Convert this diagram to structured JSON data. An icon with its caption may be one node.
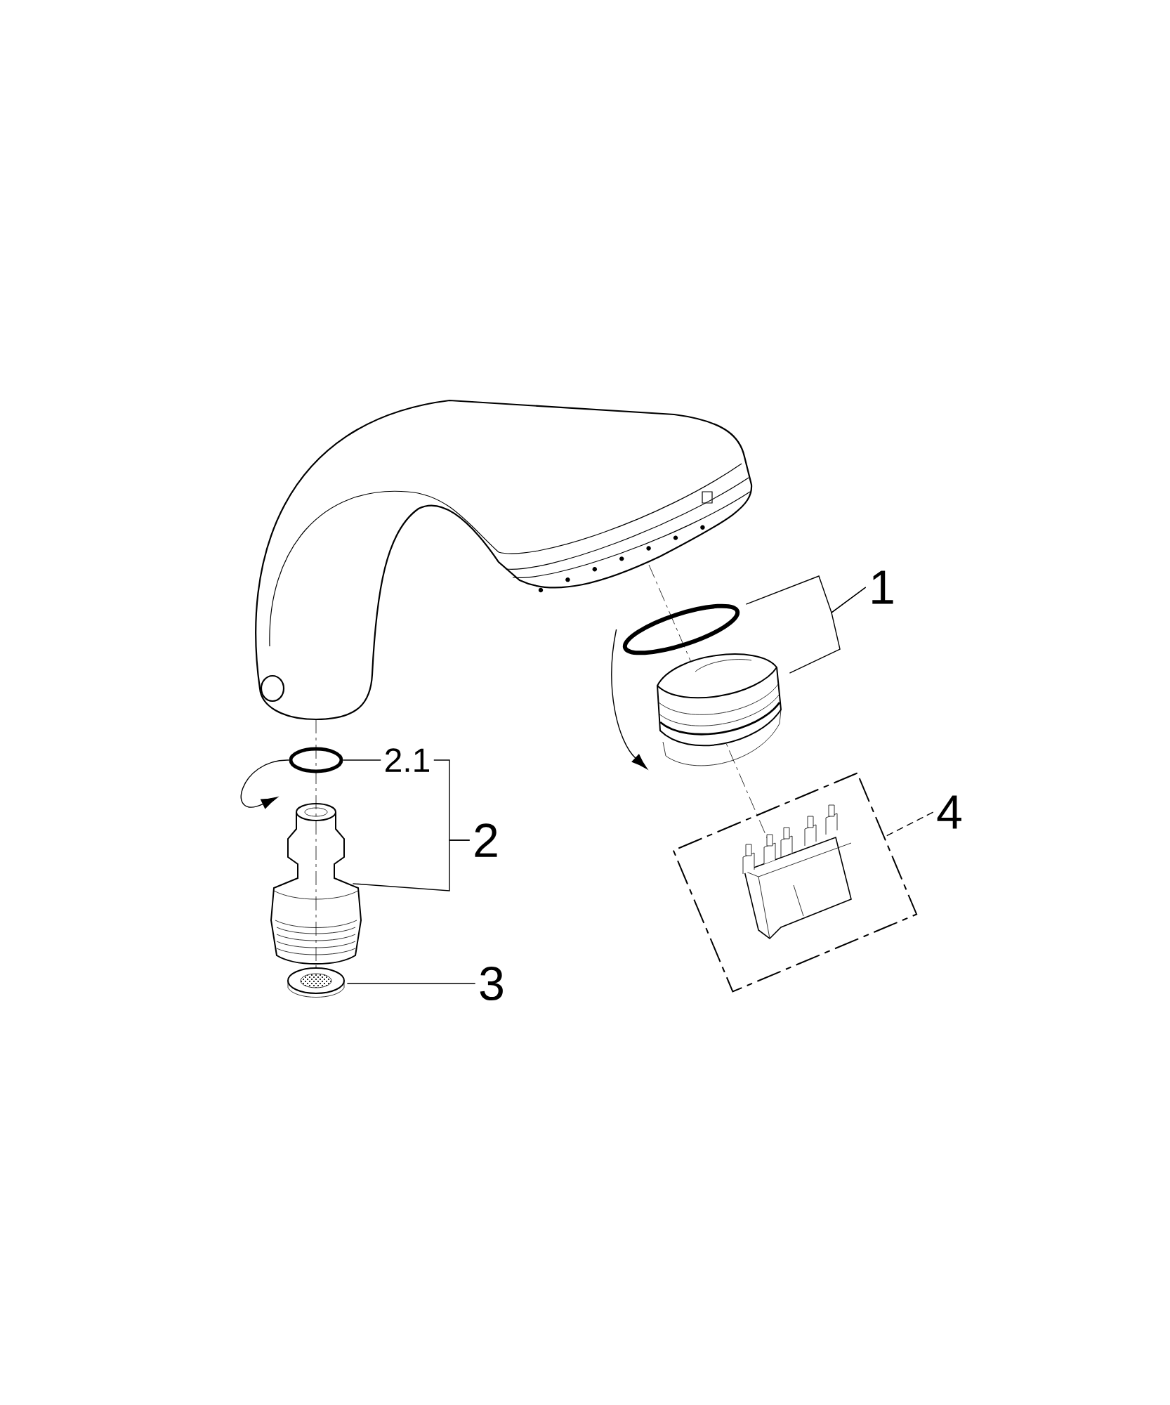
{
  "diagram": {
    "nodes": [
      {
        "text": [
          "1"
        ]
      },
      {
        "text": [],
        "shape": "picture"
      },
      {
        "text": [],
        "shape": "picture"
      },
      {
        "text": [
          "2.1"
        ]
      },
      {
        "text": [],
        "shape": "circle"
      },
      {
        "text": [
          "2"
        ]
      },
      {
        "text": [],
        "shape": "picture"
      },
      {
        "text": [
          "3"
        ]
      },
      {
        "text": [],
        "shape": "picture"
      },
      {
        "text": [
          "4"
        ]
      },
      {
        "text": [],
        "shape": "box"
      },
      {
        "text": [],
        "shape": "picture",
        "in": 10
      }
    ],
    "edges": [
      {
        "from": 0,
        "to": 1,
        "arrow": "none"
      },
      {
        "from": 0,
        "to": 2,
        "arrow": "none"
      },
      {
        "from": 1,
        "to": 2,
        "arrow": "to"
      },
      {
        "from": 3,
        "to": 4,
        "arrow": "none"
      },
      {
        "from": 5,
        "to": 3,
        "arrow": "none"
      },
      {
        "from": 5,
        "to": 6,
        "arrow": "none"
      },
      {
        "from": 4,
        "to": 6,
        "arrow": "to"
      },
      {
        "from": 7,
        "to": 8,
        "arrow": "none"
      },
      {
        "from": 9,
        "to": 10,
        "arrow": "none",
        "style": "dashed"
      }
    ]
  }
}
